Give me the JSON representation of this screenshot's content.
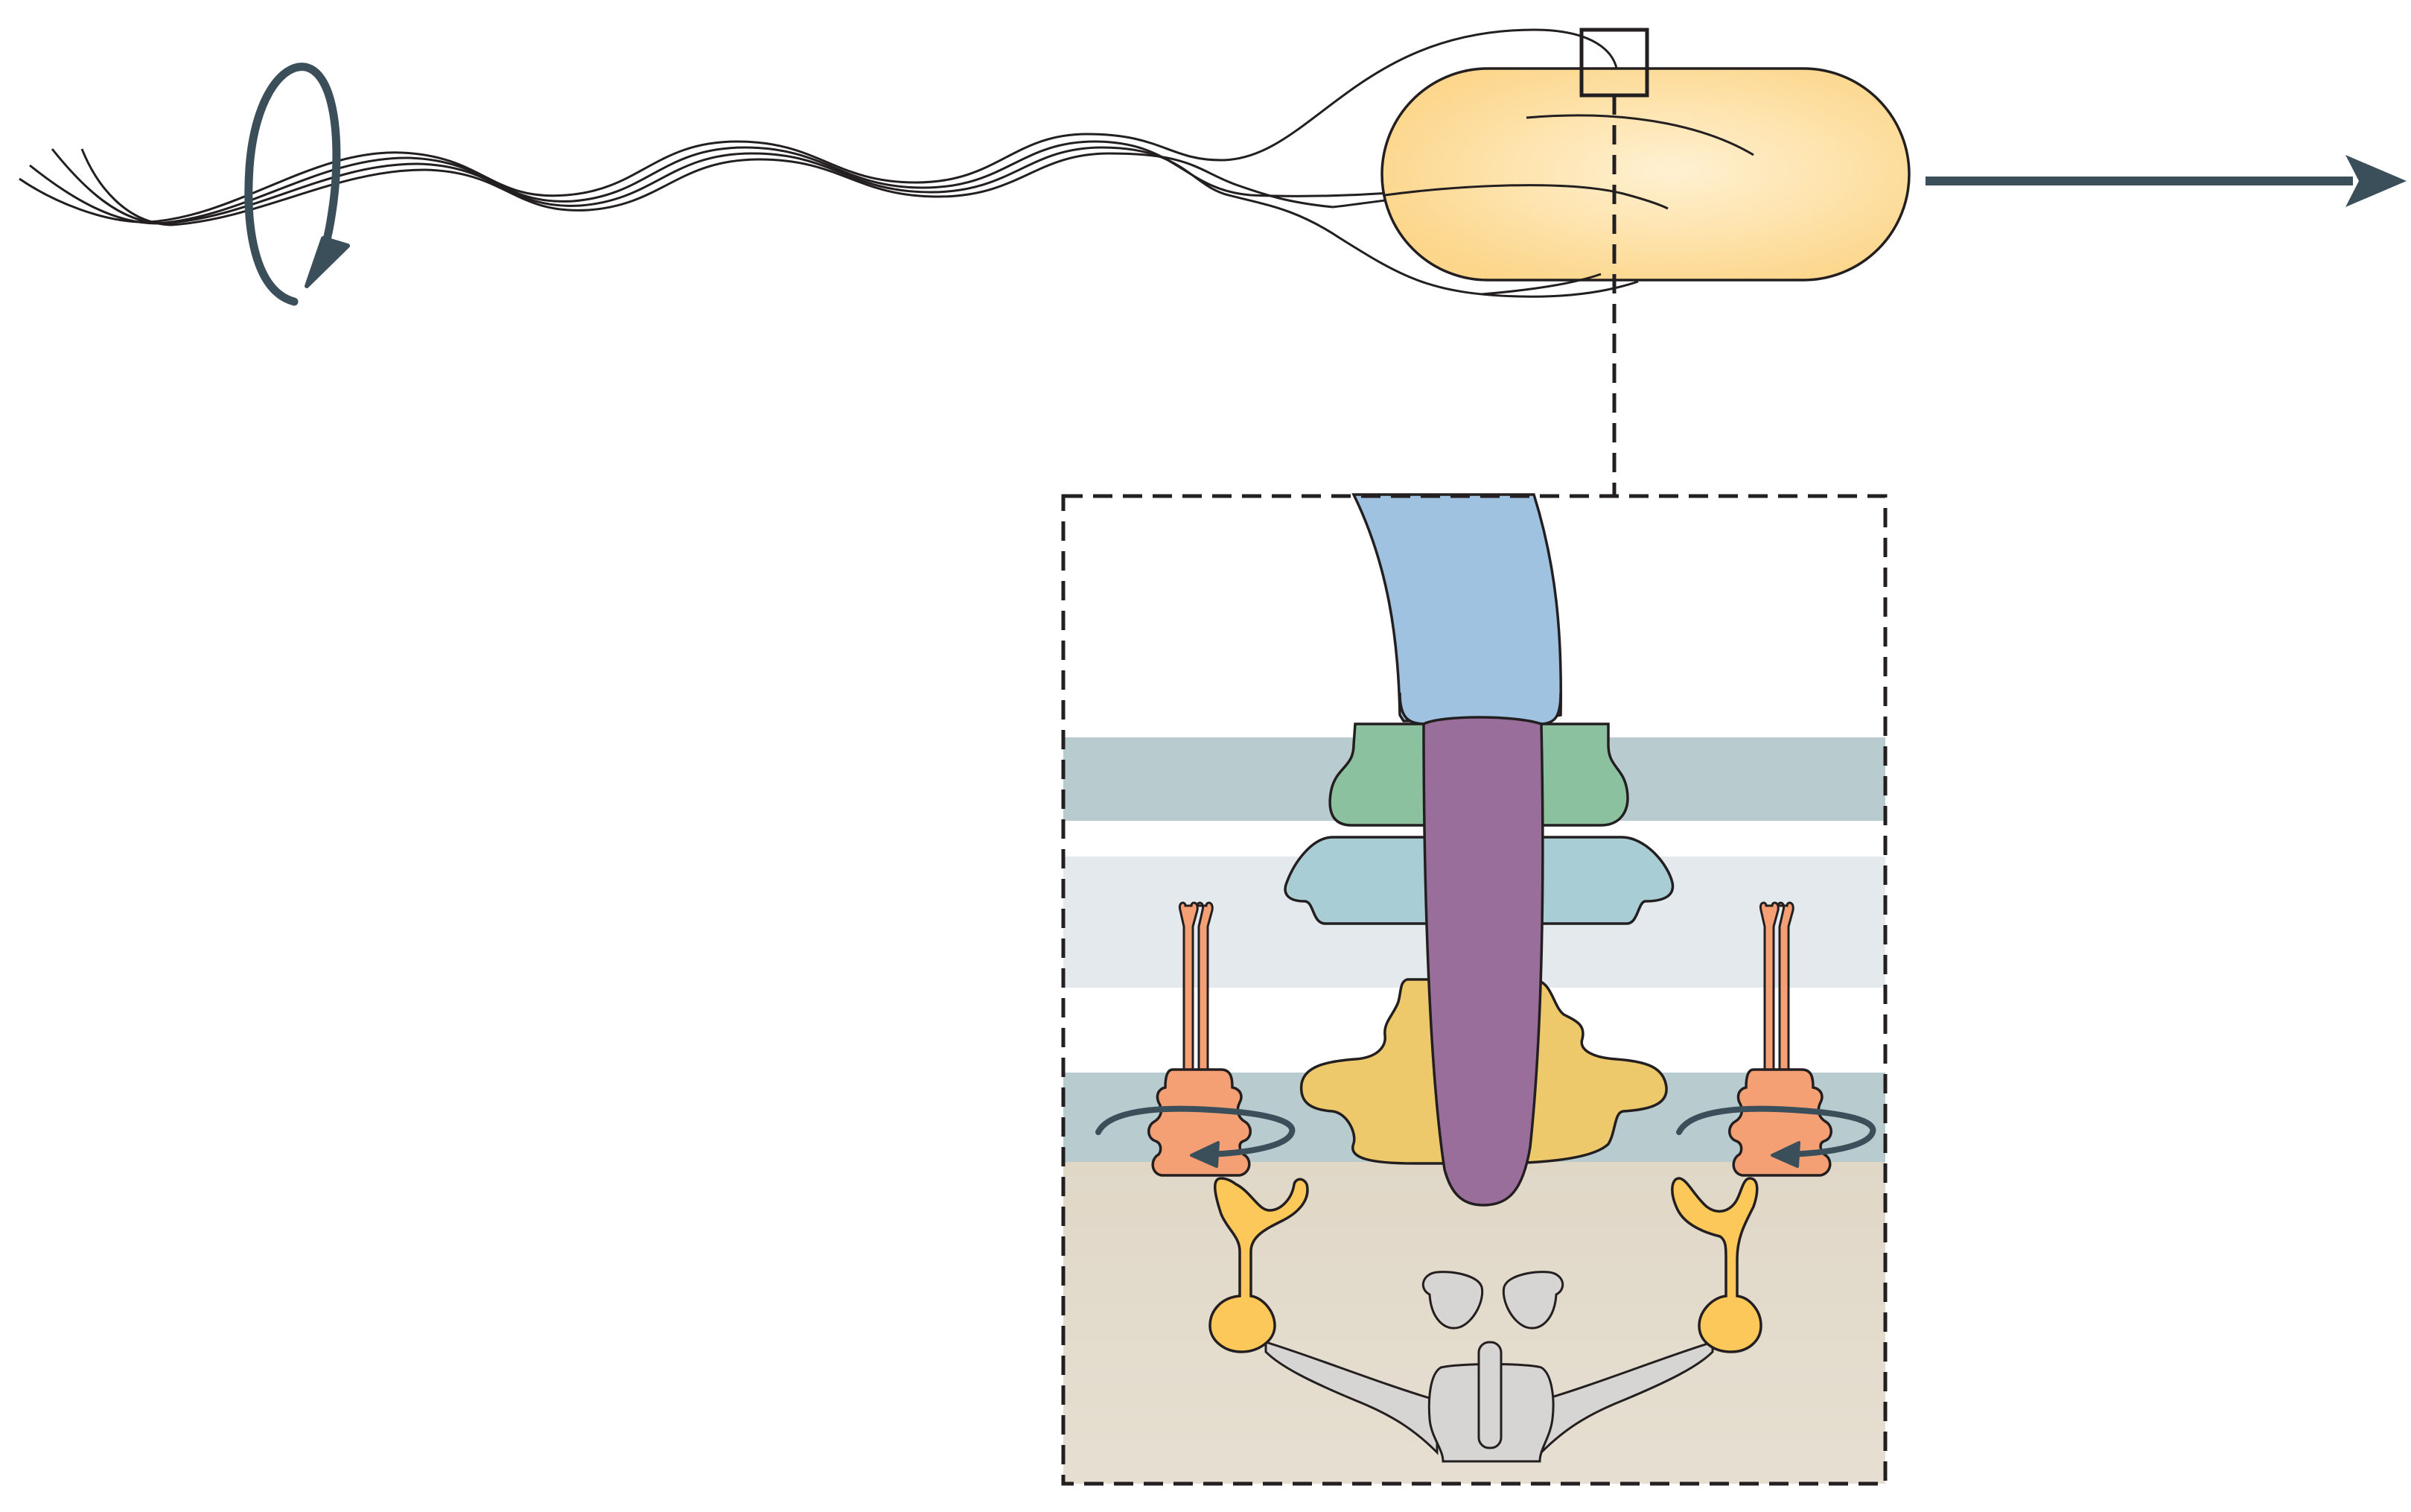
{
  "diagram": {
    "type": "bacterial-flagellar-motor-schematic",
    "text_labels": [],
    "colors": {
      "background": "#ffffff",
      "outline": "#231f20",
      "arrow": "#3b4f5a",
      "cell_body_center": "#fff1d2",
      "cell_body_edge": "#fcd68a",
      "filament": "#9ec2df",
      "rod": "#9a6e9a",
      "l_ring": "#8cc19f",
      "p_ring": "#a8cdd4",
      "ms_ring": "#eec96c",
      "stator": "#f4a074",
      "stator_adaptor": "#fdc85a",
      "export_apparatus": "#d7d5d4",
      "outer_membrane_band": "#b8cccf",
      "periplasm_band": "#e3e9ec",
      "inner_membrane_band": "#b8cccf",
      "cytoplasm_top": "#e0d7c7",
      "cytoplasm_bottom": "#e6dfd1"
    },
    "components": [
      "cell-body",
      "flagellar-bundle",
      "rotation-arrow",
      "swimming-direction-arrow",
      "zoom-box",
      "filament",
      "rod",
      "l-ring",
      "p-ring",
      "ms-ring",
      "stator-units",
      "export-apparatus"
    ]
  }
}
